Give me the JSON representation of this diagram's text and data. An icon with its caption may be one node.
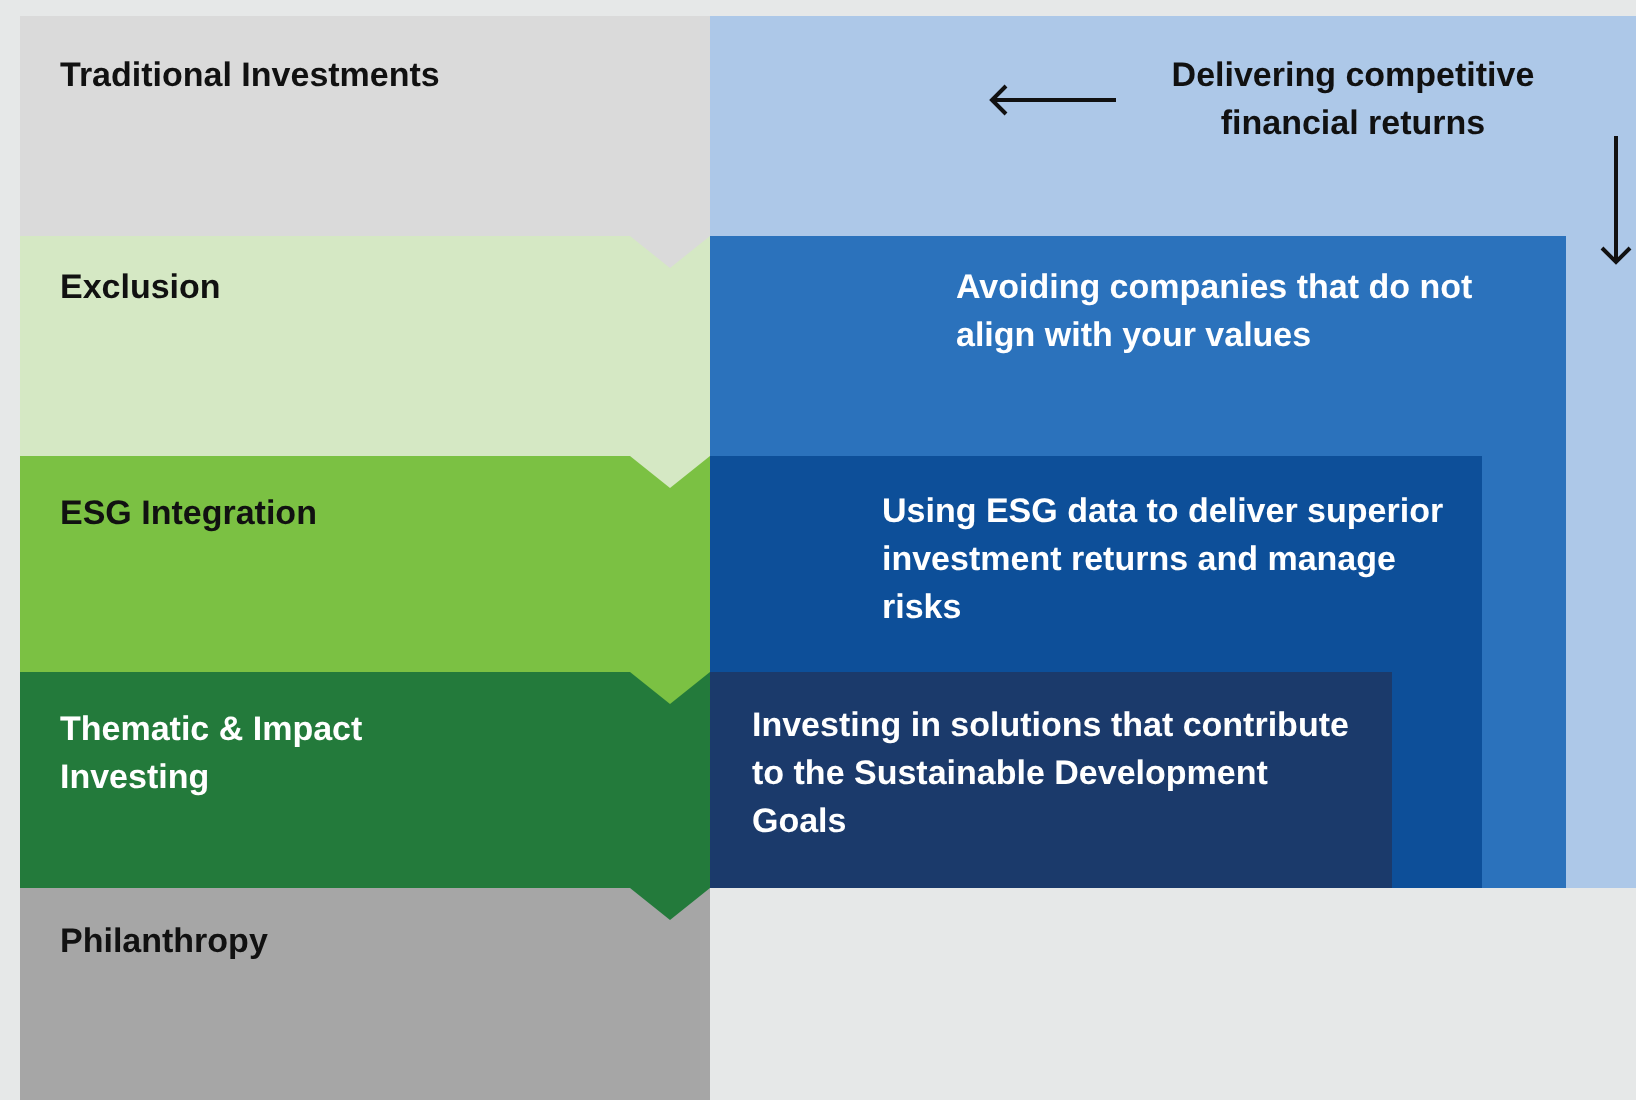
{
  "diagram": {
    "nodes": [
      {
        "text": [
          "Traditional Investments"
        ]
      },
      {
        "text": [
          "Delivering competitive financial returns"
        ]
      },
      {
        "text": [
          "Exclusion"
        ]
      },
      {
        "text": [
          "Avoiding companies that do not align with your values"
        ],
        "in": 1
      },
      {
        "text": [
          "ESG Integration"
        ]
      },
      {
        "text": [
          "Using ESG data to deliver superior investment returns and manage risks"
        ],
        "in": 3
      },
      {
        "text": [
          "Thematic & Impact Investing"
        ]
      },
      {
        "text": [
          "Investing in solutions that contribute to the Sustainable Development Goals"
        ],
        "in": 5
      },
      {
        "text": [
          "Philanthropy"
        ]
      }
    ]
  }
}
